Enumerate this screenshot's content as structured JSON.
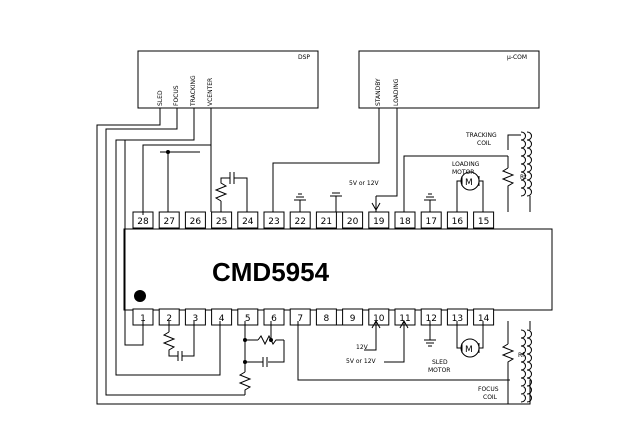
{
  "chip": {
    "part_number": "CMD5954"
  },
  "dsp": {
    "title": "DSP",
    "signals": [
      "SLED",
      "FOCUS",
      "TRACKING",
      "VCENTER"
    ]
  },
  "ucom": {
    "title": "μ-COM",
    "signals": [
      "STANDBY",
      "LOADING"
    ]
  },
  "pins": {
    "top": [
      "28",
      "27",
      "26",
      "25",
      "24",
      "23",
      "22",
      "21",
      "20",
      "19",
      "18",
      "17",
      "16",
      "15"
    ],
    "bottom": [
      "1",
      "2",
      "3",
      "4",
      "5",
      "6",
      "7",
      "8",
      "9",
      "10",
      "11",
      "12",
      "13",
      "14"
    ]
  },
  "labels": {
    "tracking_coil_1": "TRACKING",
    "tracking_coil_2": "COIL",
    "focus_coil_1": "FOCUS",
    "focus_coil_2": "COIL",
    "loading_motor_1": "LOADING",
    "loading_motor_2": "MOTOR",
    "sled_motor_1": "SLED",
    "sled_motor_2": "MOTOR",
    "supply_top": "5V or 12V",
    "supply_bottom_1": "12V",
    "supply_bottom_2": "5V or 12V",
    "rt": "Rt",
    "rf": "Rf",
    "motor_symbol": "M"
  }
}
